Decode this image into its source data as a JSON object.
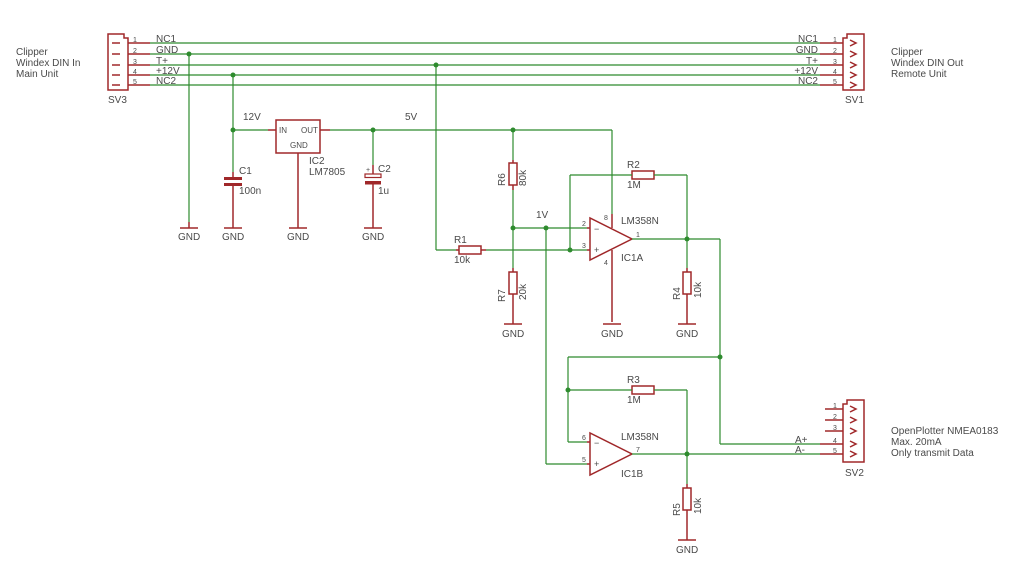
{
  "colors": {
    "net": "#2e8b2e",
    "part": "#a0282a",
    "text": "#4a4a4a",
    "background": "#ffffff"
  },
  "sv3": {
    "name": "SV3",
    "desc": [
      "Clipper",
      "Windex DIN In",
      "Main Unit"
    ],
    "pins": [
      "1",
      "2",
      "3",
      "4",
      "5"
    ],
    "signals": [
      "NC1",
      "GND",
      "T+",
      "+12V",
      "NC2"
    ]
  },
  "sv1": {
    "name": "SV1",
    "desc": [
      "Clipper",
      "Windex DIN Out",
      "Remote Unit"
    ],
    "pins": [
      "1",
      "2",
      "3",
      "4",
      "5"
    ],
    "signals": [
      "NC1",
      "GND",
      "T+",
      "+12V",
      "NC2"
    ]
  },
  "sv2": {
    "name": "SV2",
    "desc": [
      "OpenPlotter NMEA0183",
      "Max. 20mA",
      "Only transmit Data"
    ],
    "pins": [
      "1",
      "2",
      "3",
      "4",
      "5"
    ],
    "signals": [
      "A+",
      "A-"
    ]
  },
  "nets": {
    "v12": "12V",
    "v5": "5V",
    "v1": "1V",
    "gnd": "GND"
  },
  "c1": {
    "name": "C1",
    "value": "100n"
  },
  "c2": {
    "name": "C2",
    "value": "1u"
  },
  "ic2": {
    "name": "IC2",
    "value": "LM7805",
    "in": "IN",
    "out": "OUT",
    "gnd": "GND"
  },
  "r1": {
    "name": "R1",
    "value": "10k"
  },
  "r2": {
    "name": "R2",
    "value": "1M"
  },
  "r3": {
    "name": "R3",
    "value": "1M"
  },
  "r4": {
    "name": "R4",
    "value": "10k"
  },
  "r5": {
    "name": "R5",
    "value": "10k"
  },
  "r6": {
    "name": "R6",
    "value": "80k"
  },
  "r7": {
    "name": "R7",
    "value": "20k"
  },
  "ic1a": {
    "name": "IC1A",
    "value": "LM358N",
    "pins": [
      "2",
      "3",
      "1",
      "8",
      "4"
    ]
  },
  "ic1b": {
    "name": "IC1B",
    "value": "LM358N",
    "pins": [
      "6",
      "5",
      "7"
    ]
  }
}
